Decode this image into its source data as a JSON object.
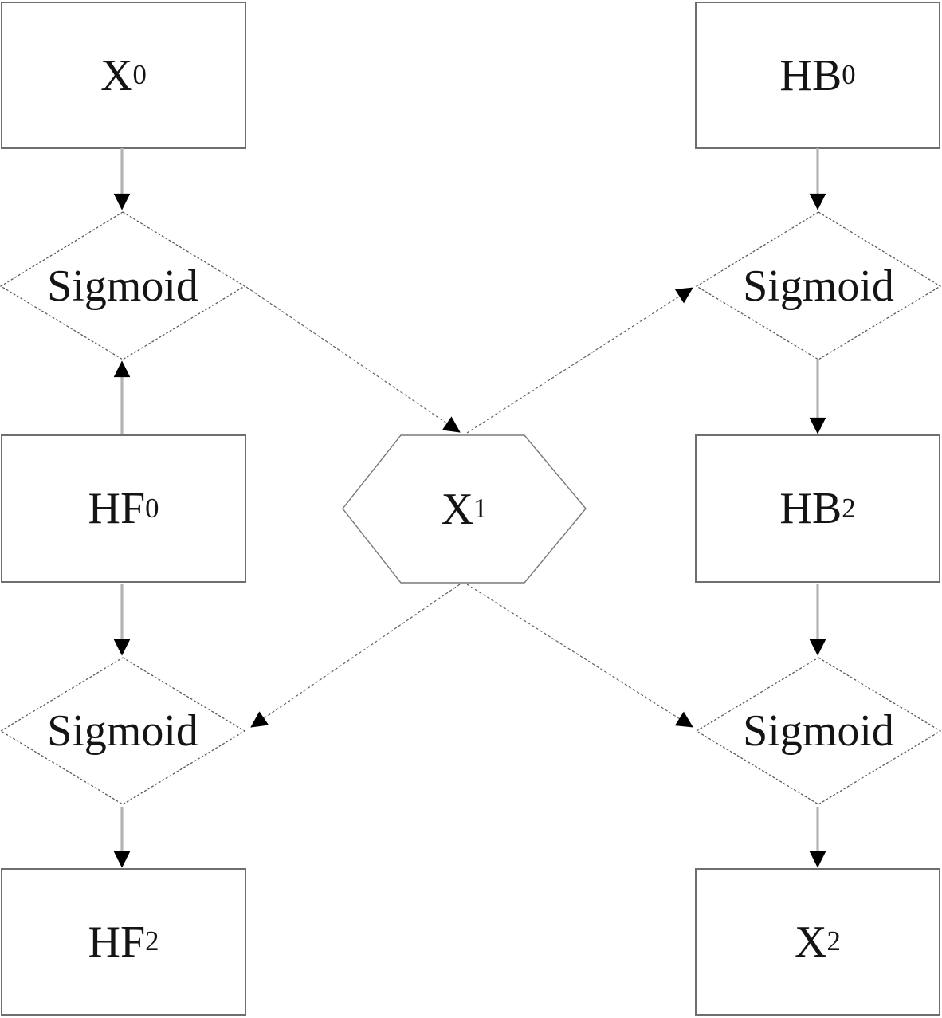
{
  "diagram": {
    "type": "flowchart",
    "nodes": {
      "x0": {
        "base": "X",
        "sub": "0",
        "shape": "rectangle",
        "position": "top-left"
      },
      "hb0": {
        "base": "HB",
        "sub": "0",
        "shape": "rectangle",
        "position": "top-right"
      },
      "sigmoid_tl": {
        "base": "Sigmoid",
        "sub": "",
        "shape": "diamond",
        "position": "upper-left"
      },
      "sigmoid_tr": {
        "base": "Sigmoid",
        "sub": "",
        "shape": "diamond",
        "position": "upper-right"
      },
      "hf0": {
        "base": "HF",
        "sub": "0",
        "shape": "rectangle",
        "position": "middle-left"
      },
      "x1": {
        "base": "X",
        "sub": "1",
        "shape": "hexagon",
        "position": "center"
      },
      "hb2": {
        "base": "HB",
        "sub": "2",
        "shape": "rectangle",
        "position": "middle-right"
      },
      "sigmoid_bl": {
        "base": "Sigmoid",
        "sub": "",
        "shape": "diamond",
        "position": "lower-left"
      },
      "sigmoid_br": {
        "base": "Sigmoid",
        "sub": "",
        "shape": "diamond",
        "position": "lower-right"
      },
      "hf2": {
        "base": "HF",
        "sub": "2",
        "shape": "rectangle",
        "position": "bottom-left"
      },
      "x2": {
        "base": "X",
        "sub": "2",
        "shape": "rectangle",
        "position": "bottom-right"
      }
    },
    "edges": [
      {
        "from": "x0",
        "to": "sigmoid_tl",
        "style": "vertical-arrow"
      },
      {
        "from": "hf0",
        "to": "sigmoid_tl",
        "style": "vertical-arrow-up"
      },
      {
        "from": "sigmoid_tl",
        "to": "x1",
        "style": "diagonal-arrow"
      },
      {
        "from": "x1",
        "to": "sigmoid_tr",
        "style": "diagonal-arrow"
      },
      {
        "from": "hb0",
        "to": "sigmoid_tr",
        "style": "vertical-arrow"
      },
      {
        "from": "sigmoid_tr",
        "to": "hb2",
        "style": "vertical-arrow"
      },
      {
        "from": "hf0",
        "to": "sigmoid_bl",
        "style": "vertical-arrow"
      },
      {
        "from": "x1",
        "to": "sigmoid_bl",
        "style": "diagonal-arrow"
      },
      {
        "from": "sigmoid_bl",
        "to": "hf2",
        "style": "vertical-arrow"
      },
      {
        "from": "hb2",
        "to": "sigmoid_br",
        "style": "vertical-arrow"
      },
      {
        "from": "x1",
        "to": "sigmoid_br",
        "style": "diagonal-arrow"
      },
      {
        "from": "sigmoid_br",
        "to": "x2",
        "style": "vertical-arrow"
      }
    ],
    "colors": {
      "background": "#ffffff",
      "box_border": "#6e6e6e",
      "diamond_border": "#5a5a5a",
      "hexagon_border": "#787878",
      "diagonal_line": "#606060",
      "arrow_shaft": "#b4b4b4",
      "arrowhead": "#000000",
      "text": "#141414"
    }
  }
}
